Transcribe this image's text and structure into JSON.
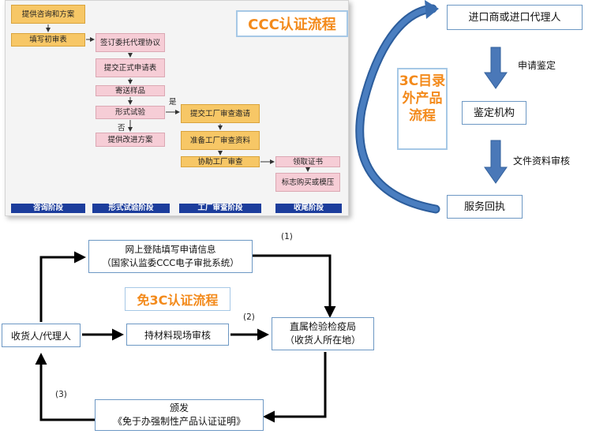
{
  "ccc": {
    "title": "CCC认证流程",
    "consult": [
      "提供咨询和方案",
      "填写初审表"
    ],
    "test": [
      "签订委托代理协议",
      "提交正式申请表",
      "寄送样品",
      "形式试验",
      "提供改进方案"
    ],
    "factory": [
      "提交工厂审查邀请",
      "准备工厂审查资料",
      "协助工厂审查"
    ],
    "cert": [
      "领取证书",
      "标志购买或模压"
    ],
    "yes": "是",
    "no": "否",
    "stages": [
      "咨询阶段",
      "形式试验阶段",
      "工厂审查阶段",
      "收尾阶段"
    ]
  },
  "catalog": {
    "title": "3C目录外产品流程",
    "importer": "进口商或进口代理人",
    "step1": "申请鉴定",
    "agency": "鉴定机构",
    "step2": "文件资料审核",
    "receipt": "服务回执"
  },
  "exempt": {
    "title": "免3C认证流程",
    "register_line1": "网上登陆填写申请信息",
    "register_line2": "（国家认监委CCC电子审批系统）",
    "receiver": "收货人/代理人",
    "onsite": "持材料现场审核",
    "bureau_line1": "直属检验检疫局",
    "bureau_line2": "（收货人所在地）",
    "issue_line1": "颁发",
    "issue_line2": "《免于办强制性产品认证证明》",
    "step_labels": [
      "(1)",
      "(2)",
      "(3)"
    ]
  },
  "colors": {
    "consult_box": "#f7c766",
    "test_box": "#f6cdd6",
    "stage_bar": "#1c3d9c",
    "title_orange": "#f38a1b",
    "down_arrow": "#4a78b8",
    "box_border": "#6d98c4"
  }
}
